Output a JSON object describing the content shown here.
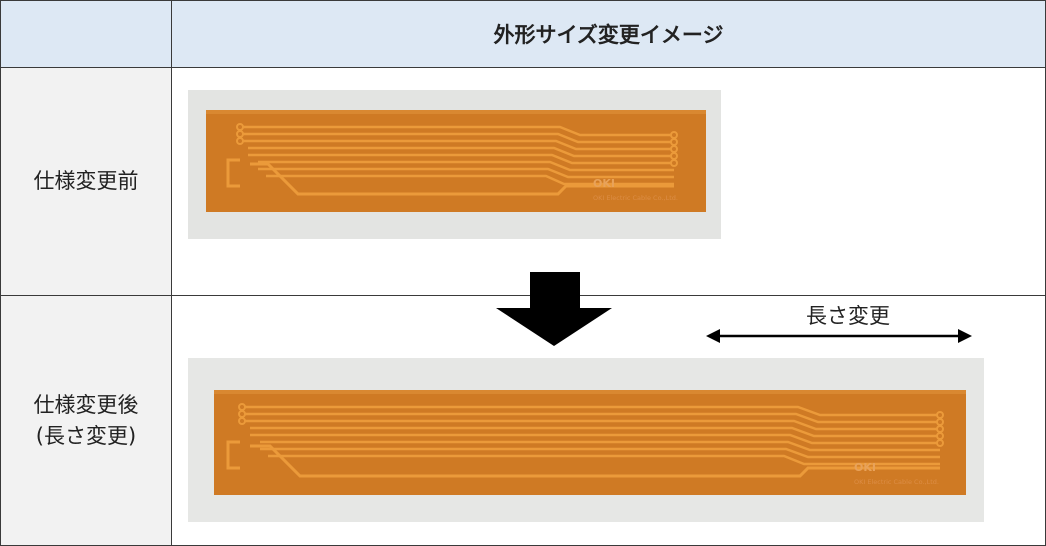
{
  "header": {
    "title": "外形サイズ変更イメージ"
  },
  "rows": [
    {
      "label": "仕様変更前"
    },
    {
      "label_line1": "仕様変更後",
      "label_line2": "(長さ変更)"
    }
  ],
  "annotation": {
    "length_change": "長さ変更"
  },
  "logo": {
    "brand": "OKI",
    "company": "OKI Electric Cable Co.,Ltd."
  },
  "colors": {
    "header_bg": "#dde8f4",
    "flex_orange": "#d07a22",
    "trace_orange": "#e9952f"
  },
  "icons": [
    "down-arrow-icon",
    "double-arrow-icon"
  ]
}
